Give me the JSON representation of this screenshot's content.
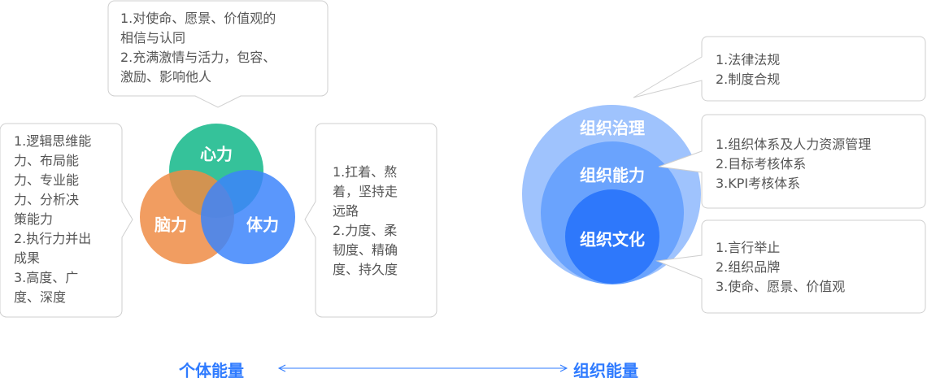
{
  "individual": {
    "title": "个体能量",
    "circles": [
      {
        "label": "心力",
        "color": "#1fbb8f"
      },
      {
        "label": "脑力",
        "color": "#ef8c45"
      },
      {
        "label": "体力",
        "color": "#3d85fb"
      }
    ],
    "heart_text": "1.对使命、愿景、价值观的\n相信与认同\n2.充满激情与活力，包容、\n激励、影响他人",
    "brain_text": "1.逻辑思维能\n力、布局能\n力、专业能\n力、分析决\n策能力\n2.执行力并出\n成果\n3.高度、广\n度、深度",
    "body_text": "1.扛着、熬\n着，坚持走\n远路\n2.力度、柔\n韧度、精确\n度、持久度"
  },
  "organization": {
    "title": "组织能量",
    "layers": [
      {
        "label": "组织治理",
        "color": "#9fc3fd",
        "text": "1.法律法规\n2.制度合规"
      },
      {
        "label": "组织能力",
        "color": "#6aa3fd",
        "text": "1.组织体系及人力资源管理\n2.目标考核体系\n3.KPI考核体系"
      },
      {
        "label": "组织文化",
        "color": "#2e78fb",
        "text": "1.言行举止\n2.组织品牌\n3.使命、愿景、价值观"
      }
    ]
  }
}
